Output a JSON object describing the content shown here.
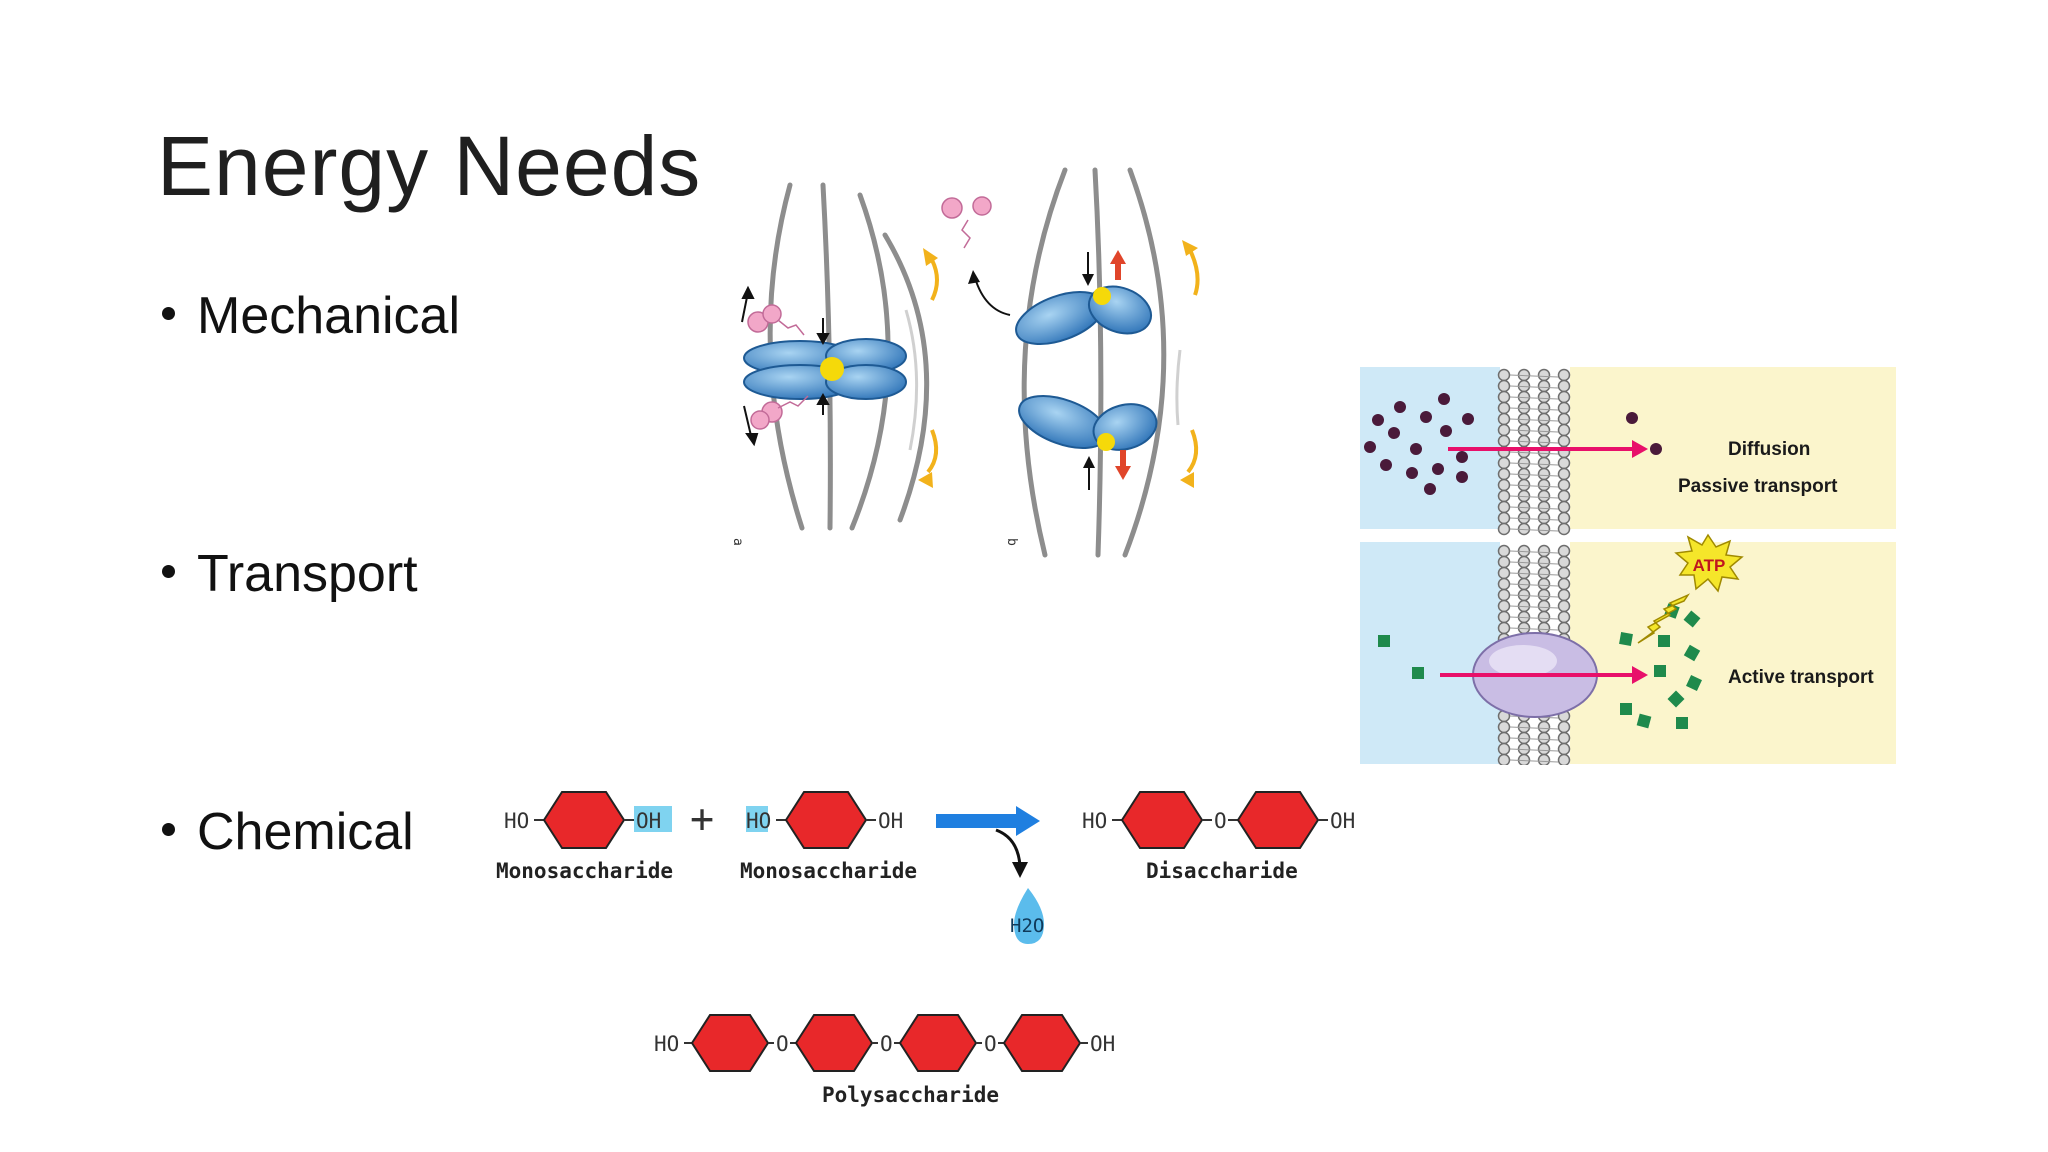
{
  "slide": {
    "title": "Energy Needs",
    "bullets": [
      "Mechanical",
      "Transport",
      "Chemical"
    ]
  },
  "mechanical_figure": {
    "panel_labels": [
      "a",
      "b"
    ]
  },
  "transport_figure": {
    "top_panel": {
      "label1": "Diffusion",
      "label2": "Passive transport"
    },
    "bottom_panel": {
      "atp": "ATP",
      "label": "Active transport"
    },
    "colors": {
      "cytoplasm": "#cfe9f7",
      "outside": "#fbf5cc",
      "arrow": "#e8106a",
      "protein": "#c9bde4",
      "molecules": "#4a1a3a",
      "active_molecules": "#1f8a4c",
      "atp_burst": "#f5e62a"
    }
  },
  "chemical_figure": {
    "reaction": {
      "monomer_left": {
        "ho": "HO",
        "oh": "OH",
        "label": "Monosaccharide"
      },
      "plus": "+",
      "monomer_right": {
        "ho": "HO",
        "oh": "OH",
        "label": "Monosaccharide"
      },
      "water": "H2O",
      "product": {
        "ho": "HO",
        "o": "O",
        "oh": "OH",
        "label": "Disaccharide"
      }
    },
    "polymer": {
      "ho": "HO",
      "o": "O",
      "oh": "OH",
      "label": "Polysaccharide"
    },
    "colors": {
      "sugar": "#e8282a",
      "highlight": "#7fd3f0",
      "reaction_arrow": "#1f7fe0",
      "water_drop": "#5bbcec"
    }
  }
}
